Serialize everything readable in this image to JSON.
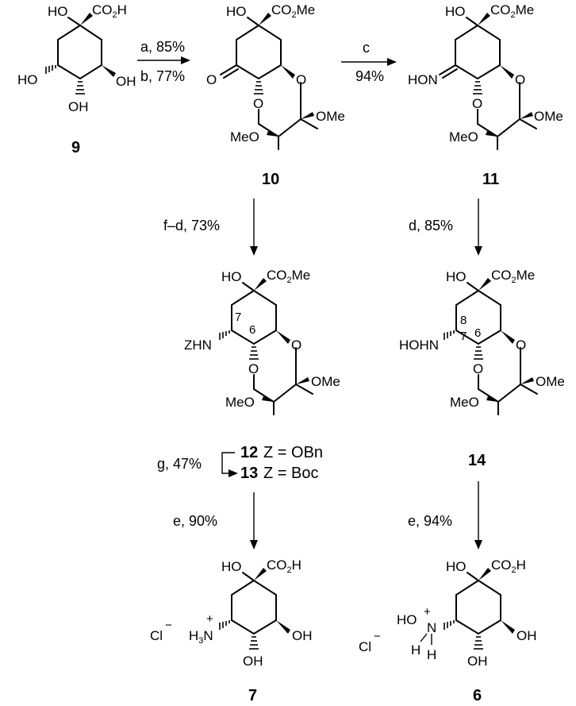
{
  "figure": "reaction-scheme",
  "compounds": {
    "c9": "9",
    "c10": "10",
    "c11": "11",
    "c12": "12",
    "c13": "13",
    "c14": "14",
    "c7": "7",
    "c6": "6"
  },
  "z_labels": {
    "z12": "Z = OBn",
    "z13": "Z = Boc"
  },
  "reagents": {
    "step_a": "a, 85%",
    "step_b": "b, 77%",
    "step_c": "c",
    "step_c_yield": "94%",
    "step_fd": "f–d, 73%",
    "step_d": "d, 85%",
    "step_g": "g, 47%",
    "step_e_left": "e, 90%",
    "step_e_right": "e, 94%"
  },
  "atom_labels": {
    "HO": "HO",
    "CO": "CO",
    "two": "2",
    "H": "H",
    "Me": "Me",
    "O": "O",
    "OH": "OH",
    "OMe": "OMe",
    "MeO": "MeO",
    "HON": "HON",
    "ZHN": "ZHN",
    "HOHN": "HOHN",
    "H3N_H": "H",
    "N": "N",
    "plus": "+",
    "Cl": "Cl",
    "minus": "−",
    "three": "3",
    "pos6": "6",
    "pos7": "7",
    "pos8": "8"
  }
}
